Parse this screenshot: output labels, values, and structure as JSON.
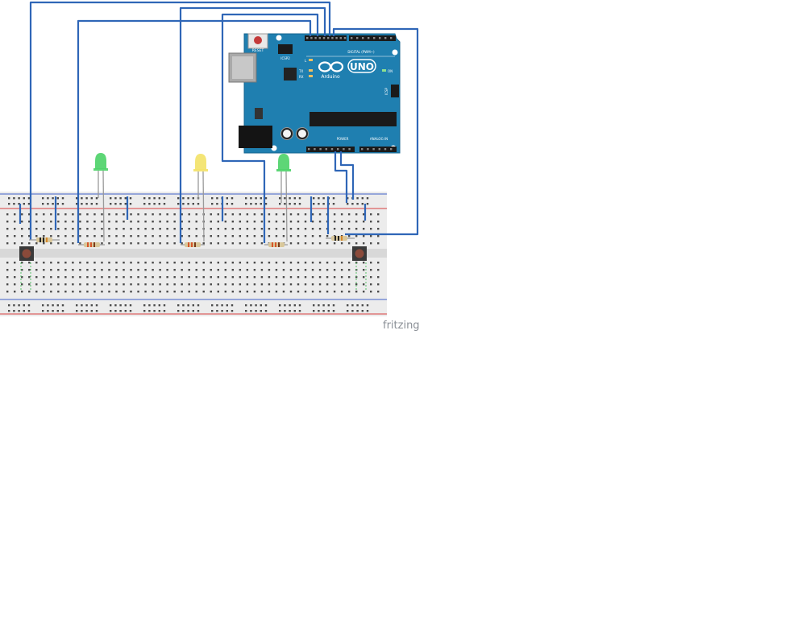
{
  "arduino": {
    "reset_label": "RESET",
    "icsp2_label": "ICSP2",
    "digital_label": "DIGITAL (PWM~)",
    "brand_label": "Arduino",
    "model_label": "UNO",
    "on_label": "ON",
    "tx_label": "TX",
    "rx_label": "RX",
    "l_label": "L",
    "icsp_label": "ICSP",
    "power_label": "POWER",
    "analog_label": "ANALOG IN"
  },
  "leds": [
    {
      "color": "green",
      "fill": "#4fd36a"
    },
    {
      "color": "yellow",
      "fill": "#f3e36a"
    },
    {
      "color": "green",
      "fill": "#4fd36a"
    }
  ],
  "colors": {
    "wire": "#2f66b7",
    "board": "#1f7fb0",
    "breadboard": "#ececec",
    "rail_red": "#d84040",
    "rail_blue": "#4060c8"
  },
  "watermark": "fritzing"
}
